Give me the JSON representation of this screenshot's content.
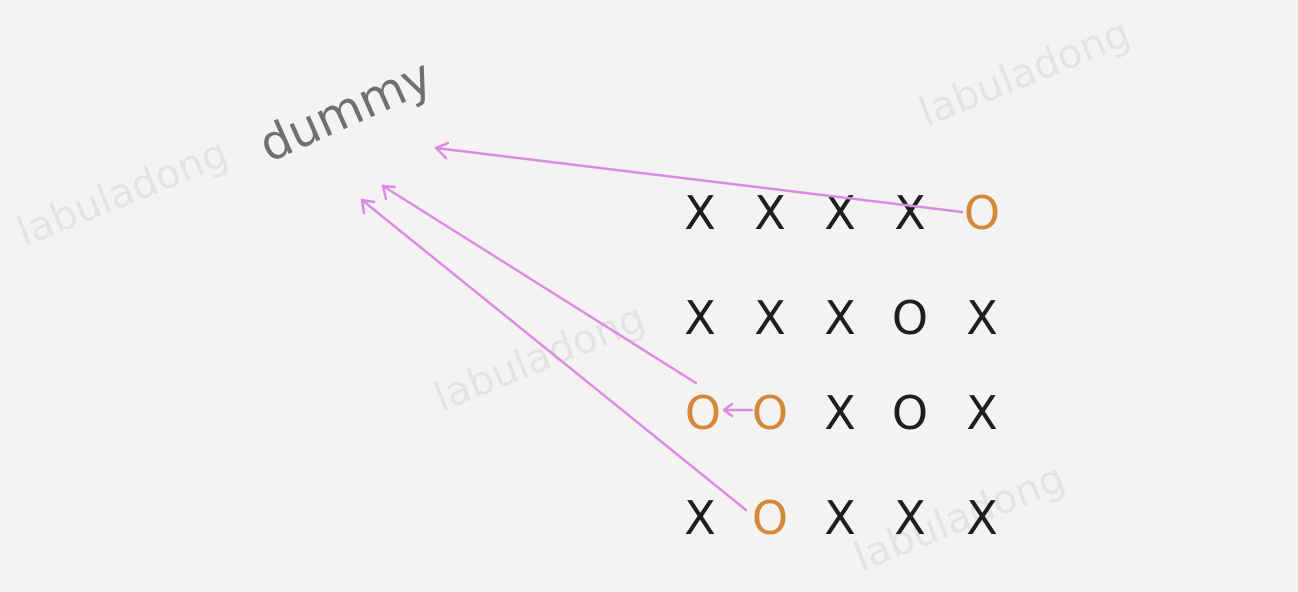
{
  "watermark": "labuladong",
  "dummy_label": "dummy",
  "board": [
    [
      "X",
      "X",
      "X",
      "X",
      "O"
    ],
    [
      "X",
      "X",
      "X",
      "O",
      "X"
    ],
    [
      "O",
      "O",
      "X",
      "O",
      "X"
    ],
    [
      "X",
      "O",
      "X",
      "X",
      "X"
    ]
  ],
  "highlighted": [
    [
      0,
      4
    ],
    [
      2,
      0
    ],
    [
      2,
      1
    ],
    [
      3,
      1
    ]
  ],
  "colors": {
    "background": "#f4f3f1",
    "cell_text": "#1e1e1e",
    "highlight": "#d4883c",
    "arrow": "#dd8ae6",
    "dummy_text": "#707070"
  }
}
